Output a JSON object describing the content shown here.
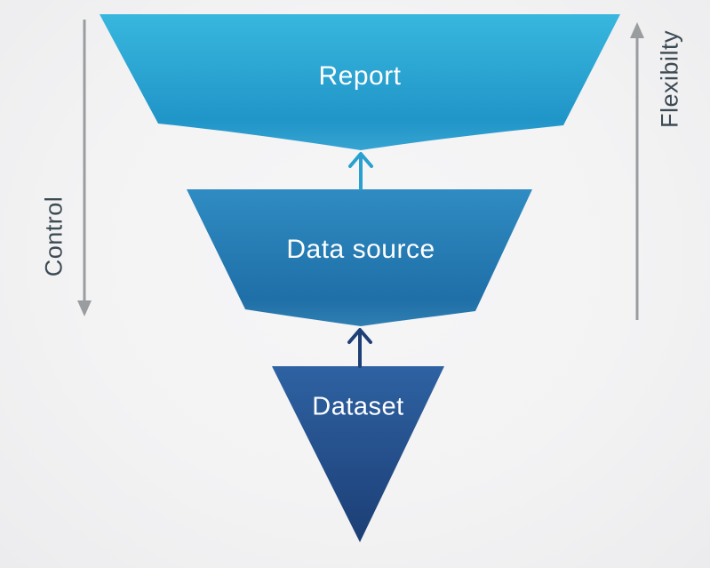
{
  "diagram": {
    "type": "funnel",
    "levels": [
      {
        "label": "Report"
      },
      {
        "label": "Data source"
      },
      {
        "label": "Dataset"
      }
    ],
    "left_axis": {
      "label": "Control",
      "arrow_direction": "down"
    },
    "right_axis": {
      "label": "Flexibilty",
      "arrow_direction": "up"
    },
    "colors": {
      "report_top": "#38b7de",
      "report_bottom": "#2095c8",
      "report_sheen": "#36a4d1",
      "datasource_top": "#2f8cc2",
      "datasource_bottom": "#1f6fa8",
      "datasource_sheen": "#2f7fb2",
      "dataset_top": "#2e62a2",
      "dataset_bottom": "#1c3e75",
      "arrow_cyan": "#2aa0ce",
      "arrow_navy": "#1f4077",
      "side_arrow_gray": "#9a9da0",
      "side_label_text": "#3c4a54",
      "level_label_text": "#ffffff",
      "background": "#f3f3f4"
    }
  }
}
